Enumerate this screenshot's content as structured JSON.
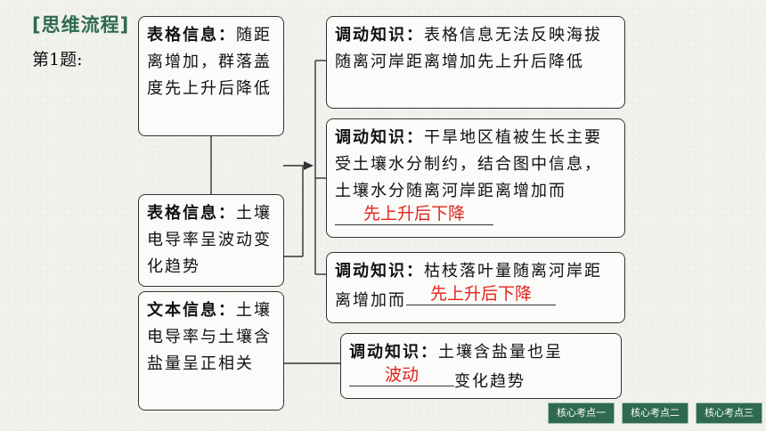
{
  "heading": "[思维流程]",
  "question_label": "第1题:",
  "info_boxes": [
    {
      "tag": "表格信息：",
      "text": "随距离增加，群落盖度先上升后降低"
    },
    {
      "tag": "表格信息：",
      "text": "土壤电导率呈波动变化趋势"
    },
    {
      "tag": "文本信息：",
      "text": "土壤电导率与土壤含盐量呈正相关"
    }
  ],
  "knowledge_boxes": [
    {
      "tag": "调动知识：",
      "text": "表格信息无法反映海拔随离河岸距离增加先上升后降低"
    },
    {
      "tag": "调动知识：",
      "text": "干旱地区植被生长主要受土壤水分制约，结合图中信息，土壤水分随离河岸距离增加而",
      "answer": "先上升后下降"
    },
    {
      "tag": "调动知识：",
      "text": "枯枝落叶量随离河岸距离增加而",
      "answer": "先上升后下降"
    },
    {
      "tag": "调动知识：",
      "text": "土壤含盐量也呈",
      "answer": "波动",
      "after": "变化趋势"
    }
  ],
  "nav_tabs": [
    "核心考点一",
    "核心考点二",
    "核心考点三"
  ],
  "colors": {
    "accent": "#2f6a4f",
    "answer": "#e4231b"
  }
}
